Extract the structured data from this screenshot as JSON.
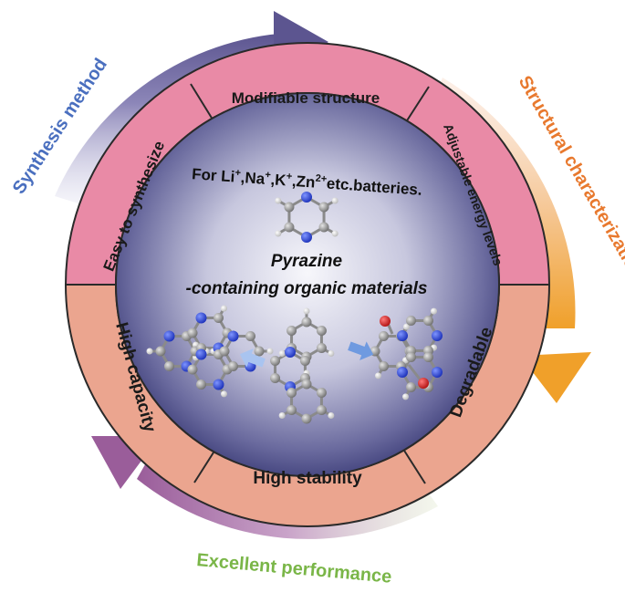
{
  "diagram": {
    "center": {
      "title": "Pyrazine",
      "subtitle": "-containing organic materials",
      "batteries_prefix": "For Li",
      "batteries_sup1": "+",
      "batteries_na": ",Na",
      "batteries_sup2": "+",
      "batteries_k": ",K",
      "batteries_sup3": "+",
      "batteries_zn": ",Zn",
      "batteries_sup4": "2+",
      "batteries_suffix": "etc.batteries."
    },
    "upper_segments": [
      {
        "label": "Easy to synthesize"
      },
      {
        "label": "Modifiable structure"
      },
      {
        "label": "Adjustable energy levels"
      }
    ],
    "lower_segments": [
      {
        "label": "High capacity"
      },
      {
        "label": "High stability"
      },
      {
        "label": "Degradable"
      }
    ],
    "outer_arrows": [
      {
        "label": "Synthesis method",
        "color": "#4a6fbf"
      },
      {
        "label": "Structural characterization",
        "color": "#e8792e"
      },
      {
        "label": "Excellent performance",
        "color": "#7ab648"
      }
    ],
    "colors": {
      "upper_ring": "#e98aa6",
      "lower_ring": "#eba58f",
      "ring_dark": "#2a2a2a",
      "sphere_center": "#f4f4fa",
      "sphere_edge": "#2e2f6e",
      "atom_n": "#1f3fcf",
      "atom_c": "#9a9a9a",
      "atom_h": "#f2f2f2",
      "atom_o": "#d42a2a"
    },
    "icons": [
      "pyrazine-molecule",
      "fused-pyrazine-molecule",
      "quinoxaline-molecule",
      "dione-molecule",
      "conversion-arrow"
    ]
  }
}
